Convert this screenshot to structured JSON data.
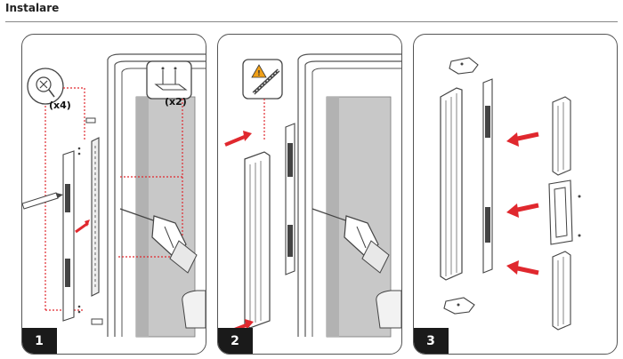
{
  "page": {
    "title": "Instalare"
  },
  "steps": [
    {
      "number": "1",
      "labels": {
        "screws_qty": "(x4)",
        "brackets_qty": "(x2)"
      }
    },
    {
      "number": "2"
    },
    {
      "number": "3"
    }
  ],
  "colors": {
    "accent": "#e0282e",
    "outline": "#555555",
    "badge": "#1a1a1a"
  },
  "icons": [
    "screw-icon",
    "bracket-icon",
    "warning-icon",
    "pencil-icon",
    "drill-icon"
  ]
}
